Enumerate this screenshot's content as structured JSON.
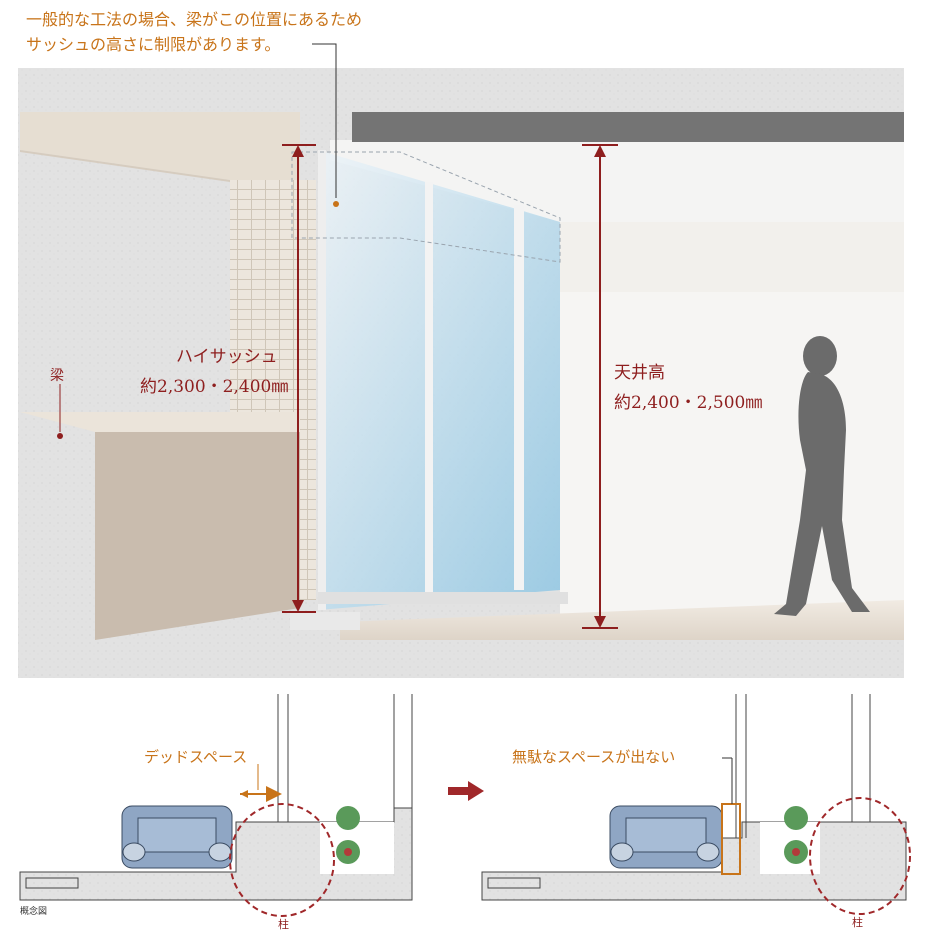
{
  "annotation": {
    "line1": "一般的な工法の場合、梁がこの位置にあるため",
    "line2": "サッシュの高さに制限があります。"
  },
  "labels": {
    "beam": "梁",
    "high_sash_title": "ハイサッシュ",
    "high_sash_value": "約2,300・2,400㎜",
    "ceiling_title": "天井高",
    "ceiling_value": "約2,400・2,500㎜"
  },
  "plan": {
    "dead_space": "デッドスペース",
    "no_wasted_space": "無駄なスペースが出ない",
    "pillar_left": "柱",
    "pillar_right": "柱",
    "caption": "概念図"
  },
  "colors": {
    "orange_text": "#c8741a",
    "red_dimension": "#8e1e1e",
    "concrete": "#e3e3e3",
    "sofa": "#8fa6c4",
    "arrow": "#a0282a"
  }
}
